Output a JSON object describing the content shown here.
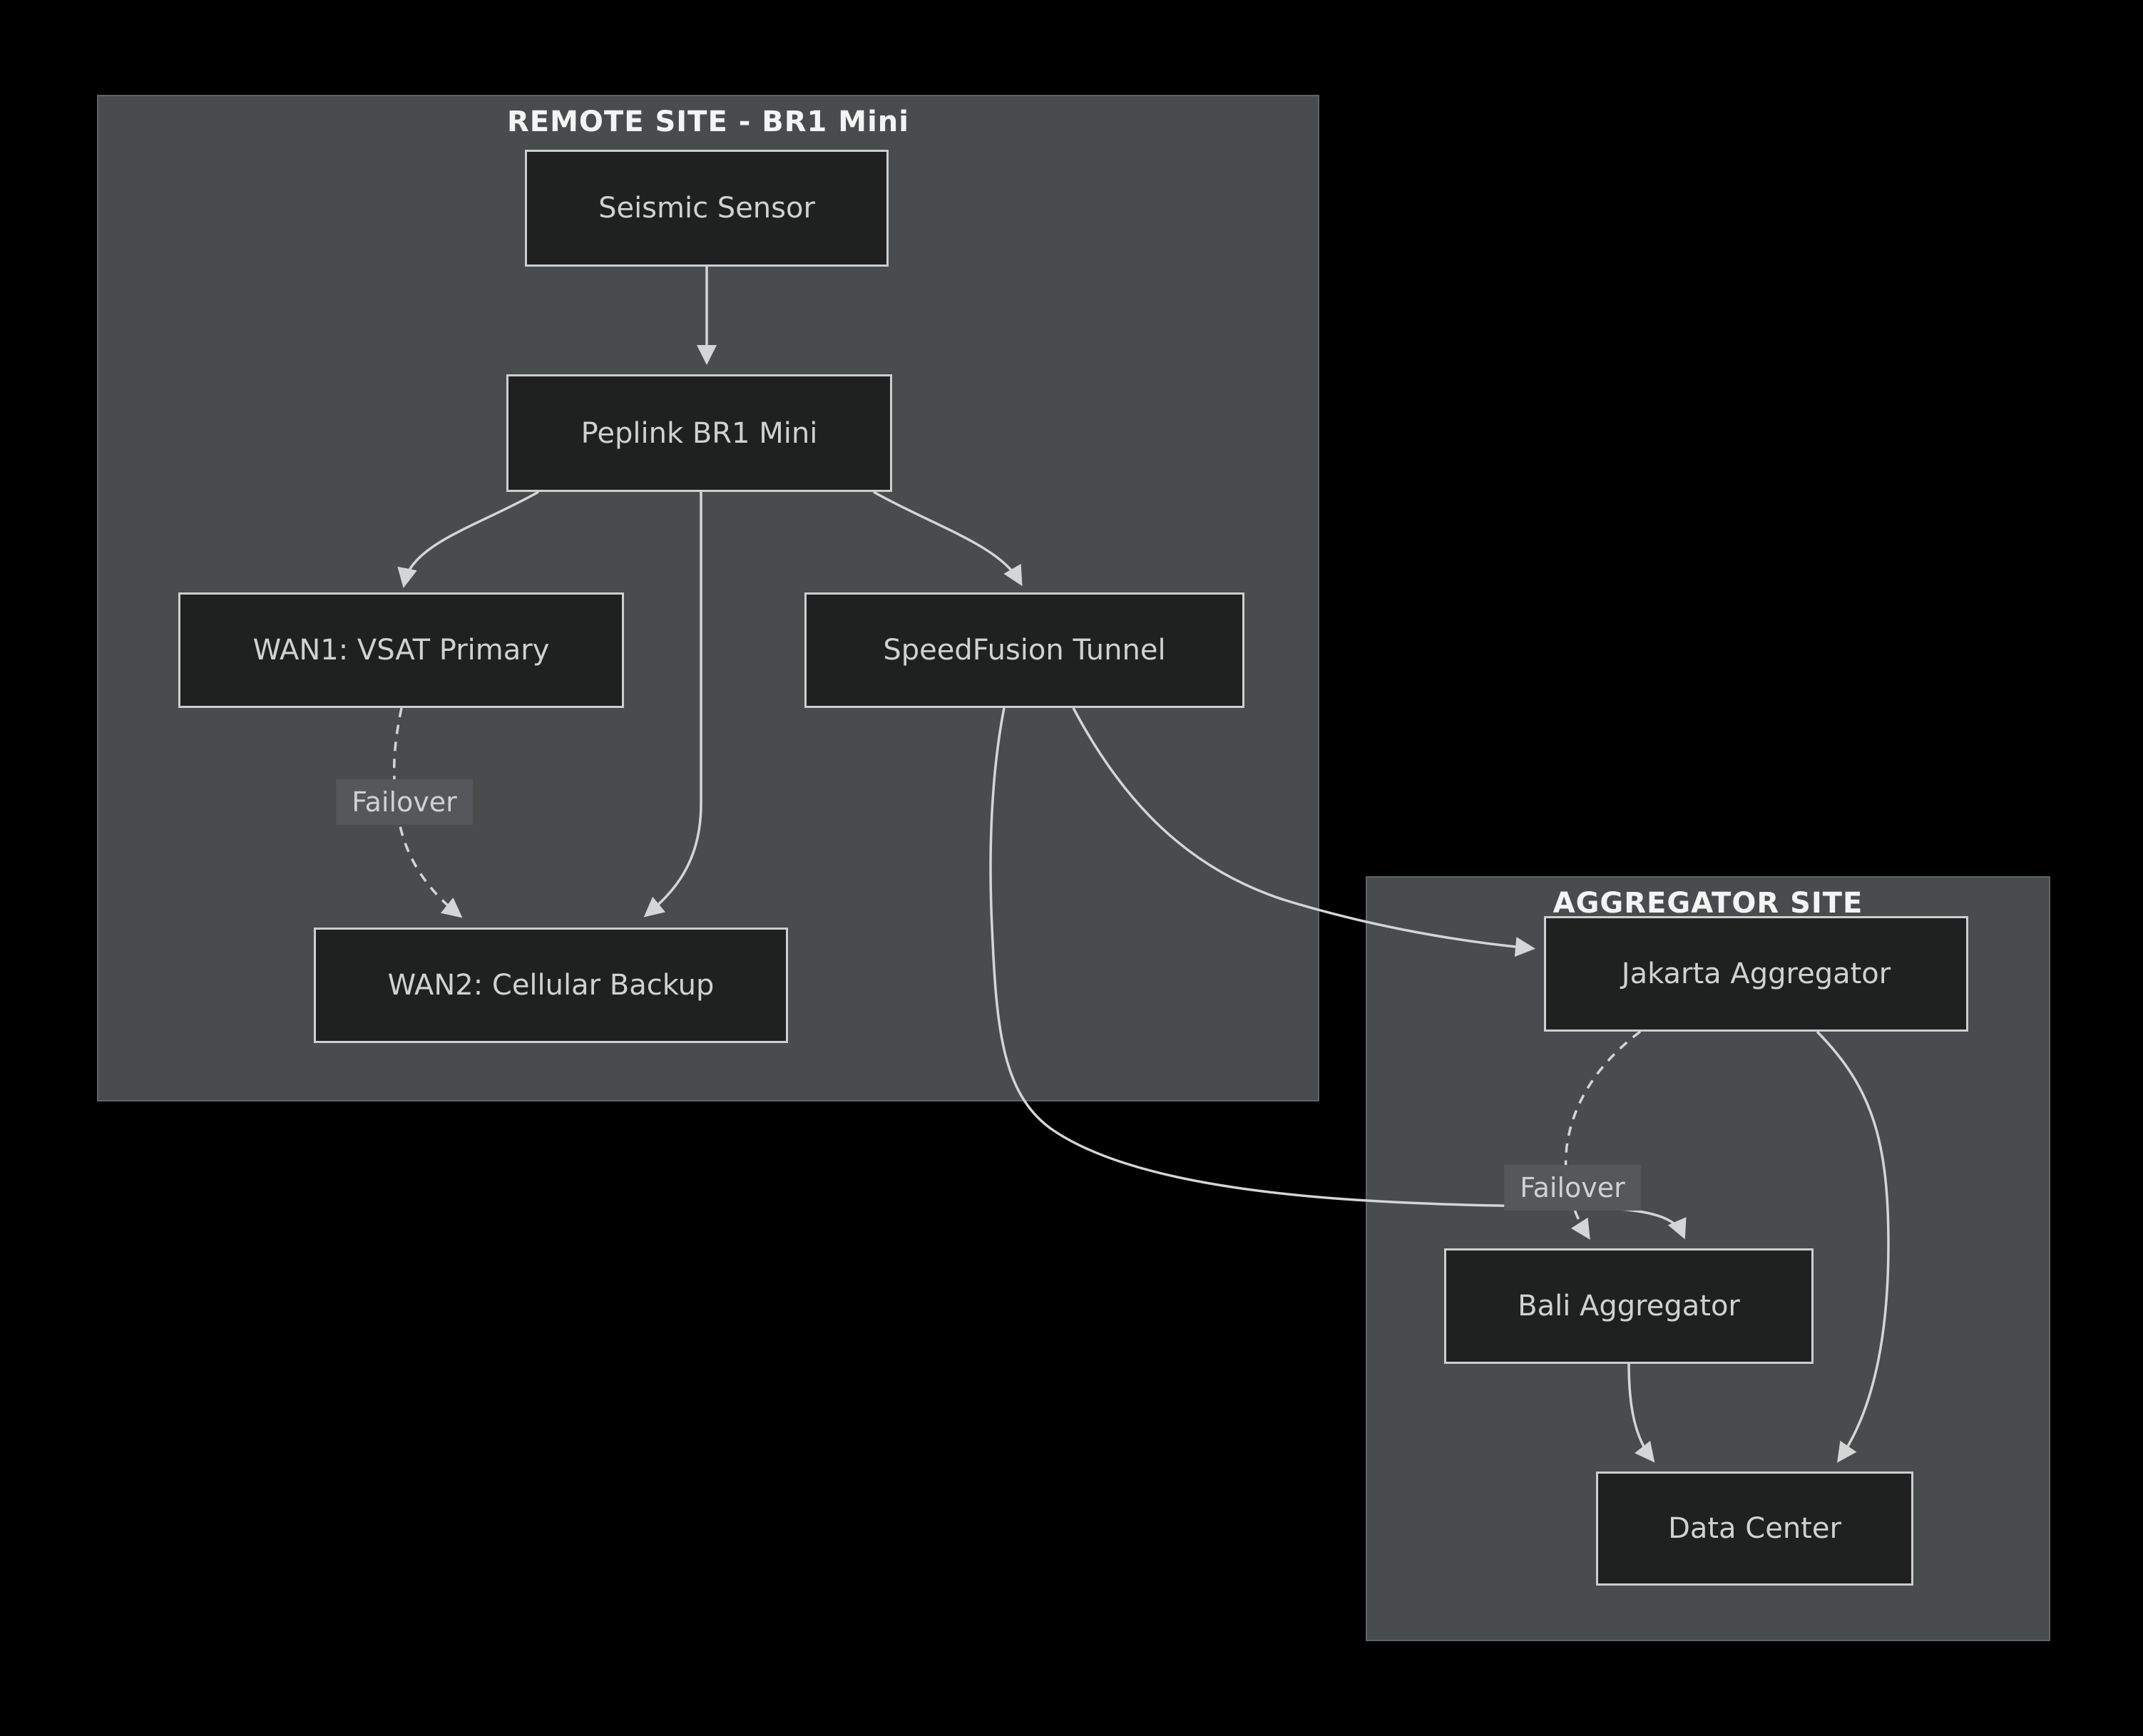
{
  "diagram": {
    "type": "flowchart",
    "theme": "dark",
    "clusters": {
      "remote": {
        "title": "REMOTE SITE - BR1 Mini"
      },
      "aggregator": {
        "title": "AGGREGATOR SITE"
      }
    },
    "nodes": {
      "seismic": {
        "label": "Seismic Sensor"
      },
      "peplink": {
        "label": "Peplink BR1 Mini"
      },
      "wan1": {
        "label": "WAN1: VSAT Primary"
      },
      "speedfusion": {
        "label": "SpeedFusion Tunnel"
      },
      "wan2": {
        "label": "WAN2: Cellular Backup"
      },
      "jakarta": {
        "label": "Jakarta Aggregator"
      },
      "bali": {
        "label": "Bali Aggregator"
      },
      "datacenter": {
        "label": "Data Center"
      }
    },
    "edge_labels": {
      "failover_wan": {
        "label": "Failover"
      },
      "failover_agg": {
        "label": "Failover"
      }
    },
    "edges": [
      {
        "from": "Seismic Sensor",
        "to": "Peplink BR1 Mini",
        "style": "solid",
        "label": ""
      },
      {
        "from": "Peplink BR1 Mini",
        "to": "WAN1: VSAT Primary",
        "style": "solid",
        "label": ""
      },
      {
        "from": "Peplink BR1 Mini",
        "to": "SpeedFusion Tunnel",
        "style": "solid",
        "label": ""
      },
      {
        "from": "Peplink BR1 Mini",
        "to": "WAN2: Cellular Backup",
        "style": "solid",
        "label": ""
      },
      {
        "from": "WAN1: VSAT Primary",
        "to": "WAN2: Cellular Backup",
        "style": "dashed",
        "label": "Failover"
      },
      {
        "from": "SpeedFusion Tunnel",
        "to": "Jakarta Aggregator",
        "style": "solid",
        "label": ""
      },
      {
        "from": "SpeedFusion Tunnel",
        "to": "Bali Aggregator",
        "style": "solid",
        "label": ""
      },
      {
        "from": "Jakarta Aggregator",
        "to": "Bali Aggregator",
        "style": "dashed",
        "label": "Failover"
      },
      {
        "from": "Jakarta Aggregator",
        "to": "Data Center",
        "style": "solid",
        "label": ""
      },
      {
        "from": "Bali Aggregator",
        "to": "Data Center",
        "style": "solid",
        "label": ""
      }
    ],
    "colors": {
      "background": "#000000",
      "cluster_fill": "#494c4d",
      "cluster_border": "#5e6365",
      "cluster_title_text": "#f2f5f4",
      "node_fill": "#1f2121",
      "node_border": "#cbcfce",
      "node_text": "#ced2d1",
      "edge_line": "#d3d6d5",
      "edge_label_bg": "#55585a"
    }
  }
}
